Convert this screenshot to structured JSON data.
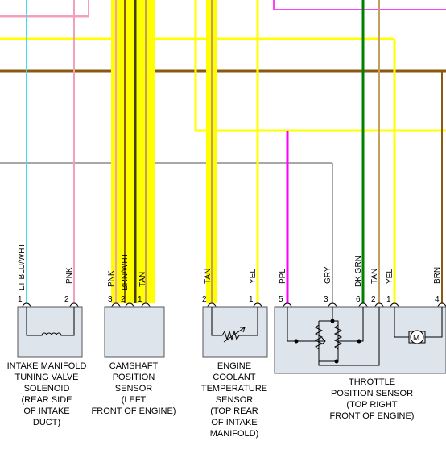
{
  "wire_labels": {
    "lt_blu_wht": "LT BLU/WHT",
    "pnk_1": "PNK",
    "pnk_2": "PNK",
    "brn_wht": "BRN/WHT",
    "tan_1": "TAN",
    "tan_2": "TAN",
    "yel_1": "YEL",
    "ppl": "PPL",
    "gry": "GRY",
    "dk_grn": "DK GRN",
    "tan_3": "TAN",
    "yel_2": "YEL",
    "brn": "BRN"
  },
  "pins": {
    "p1": "1",
    "p2": "2",
    "p3": "3",
    "p4": "2",
    "p5": "1",
    "p6": "2",
    "p7": "1",
    "p8": "5",
    "p9": "3",
    "p10": "6",
    "p11": "2",
    "p12": "1",
    "p13": "4"
  },
  "tps": {
    "motor_symbol": "M"
  },
  "captions": {
    "solenoid": [
      "INTAKE MANIFOLD",
      "TUNING VALVE",
      "SOLENOID",
      "(REAR SIDE",
      "OF INTAKE",
      "DUCT)"
    ],
    "camshaft": [
      "CAMSHAFT",
      "POSITION",
      "SENSOR",
      "(LEFT",
      "FRONT OF ENGINE)"
    ],
    "ect": [
      "ENGINE",
      "COOLANT",
      "TEMPERATURE",
      "SENSOR",
      "(TOP REAR",
      "OF INTAKE",
      "MANIFOLD)"
    ],
    "tps": [
      "THROTTLE",
      "POSITION SENSOR",
      "(TOP RIGHT",
      "FRONT OF ENGINE)"
    ]
  },
  "colors": {
    "yellow": "#ffff00",
    "pink": "#f4a0b8",
    "brown": "#8b5a10",
    "magenta": "#ff00ff",
    "gray": "#a8a8a8",
    "dark_green": "#008000",
    "tan": "#c4a060",
    "light_blue": "#40e0e8",
    "component_fill": "#dde4ec"
  }
}
